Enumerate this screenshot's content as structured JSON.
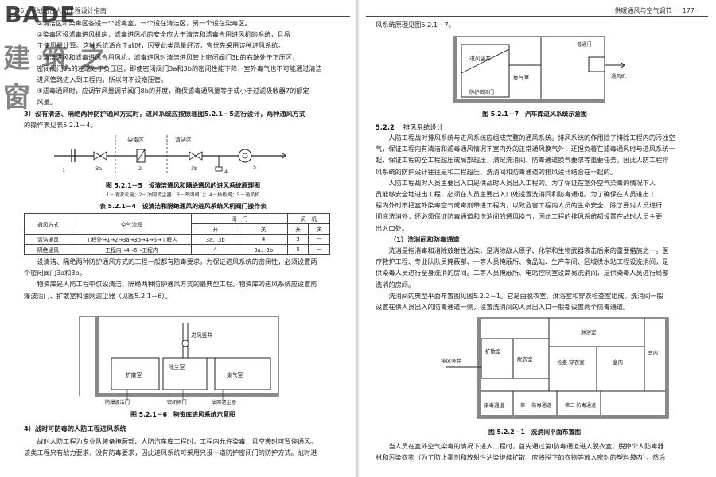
{
  "left_page": {
    "header_text": "76 · 平战结合人防工程设计指南",
    "watermark": {
      "logo": "BADE",
      "chinese": "建筑之窗"
    },
    "intro_lines": [
      "　　②清洁区和染毒区各设一个滤毒室，一个设在清洁区，另一个设在染毒区。",
      "　　②染毒区设滤毒进风机房，滤毒进风机的安全应大于清洁和滤毒合用进风机的系统，且易",
      "　　于使风量计算。这种系统适合于战时，因受此类风量经济，宜优先采用该种进风系统。",
      "　　③清洁进风和滤毒进风合用风机，滤毒进风时清洁进风管上密闭阀门3b的右端处于正压区，",
      "　　密闭阀门3a的左端处于负压区，即使密闭阀门3a和3b的密闭性能下降，室外毒气也不可能通过清洁",
      "　　进风管路进入到工程内，所以可不设增压管。",
      "　　④滤毒通风时，应调节风量调节阀门8b的开度，确保滤毒通风量等于或小于过滤吸收器7的额定",
      "　　风量。"
    ],
    "item3": "3）设有清洁、隔绝两种防护通风方式时，进风系统应按原理图5.2.1－5进行设计，两种通风方式",
    "item3_cont": "的操作表见表5.2.1－4。",
    "fig5": {
      "label_infected": "染毒区",
      "label_clean": "清洁区",
      "numbers": [
        "1",
        "3a",
        "2",
        "3b",
        "4",
        "5"
      ],
      "caption": "图 5.2.1－5　设清洁通风和隔绝通风的进风系统原理图",
      "legend": "1－消波设施；2－油网滤尘器；3－密闭阀门；4－插板阀；5－通风机"
    },
    "table": {
      "caption": "表 5.2.1－4　设清洁和隔绝通风的进风系统风机阀门操作表",
      "col_mode": "通风方式",
      "col_flow": "空气流程",
      "col_valve": "阀　门",
      "col_fan": "风　机",
      "col_open": "开",
      "col_close": "关",
      "rows": [
        {
          "mode": "清洁通风",
          "flow": "工程外→1→2→3a→3b→4→5→工程内",
          "open": "3a、3b",
          "close": "4",
          "fan_open": "5",
          "fan_close": "—"
        },
        {
          "mode": "隔绝通风",
          "flow": "工程内→4→5→工程内",
          "open": "4",
          "close": "3a、3b",
          "fan_open": "5",
          "fan_close": "—"
        }
      ]
    },
    "para_a": "　　设清洁、隔绝两种防护通风方式的工程一般都有防毒要求，为保证进风系统的密闭性，必须设置两",
    "para_a2": "个密闭阀门3a和3b。",
    "para_b": "　　物资库是人防工程中仅设清洁、隔绝两种防护通风方式的最典型工程。物资库的进风系统应设置防",
    "para_b2": "爆波活门、扩散室和油网滤尘器（见图5.2.1－6）。",
    "fig6": {
      "label_shaft": "进风竖井",
      "label_diffuser": "扩散室",
      "label_dust_room": "除尘室",
      "label_fan_room": "集气室",
      "label_blast_valve": "防爆波活门",
      "label_airtight_door": "密闭阀门",
      "label_filter": "油网滤尘器",
      "caption": "图 5.2.1－6　物资库进风系统示意图"
    },
    "item4": "4）战时可防毒的人防工程进风系统",
    "para_c": "　　战时人防工程为专业队装备掩蔽部、人防汽车库工程时，工程内允许染毒，且空袭时可暂停通风。",
    "para_c2": "该类工程只有战力要求，没有防毒要求，因此进风系统可采用只设一道防护密闭门的防护方式。战时进"
  },
  "right_page": {
    "header_text": "供暖通风与空气调节　· 177 ·",
    "intro": "风系统原理见图5.2.1－7。",
    "fig7": {
      "label_shaft": "进风竖井",
      "label_ordinary_door": "普通门",
      "label_fan_room": "集气室",
      "label_blast_door": "防护密闭门",
      "label_fan": "通风机",
      "caption": "图 5.2.1－7　汽车库进风系统示意图"
    },
    "section_no": "5.2.2",
    "section_title": "排风系统设计",
    "paras": [
      "　　人防工程战时排风系统与进风系统应组成完整的通风系统。排风系统的作用除了排除工程内的污浊空",
      "气，保证工程内有清洁和滤毒通风情况下室内外的正常通风换气外，还担负着在滤毒通风时与进风系统一",
      "起，保证工程的全工程超压或局部超压，满足洗消间、防毒通道换气要求等重要任务。因此人防工程排",
      "风系统的防护设计往往是和工程超压、洗消间和防毒通道的排风设计结合在一起的。",
      "　　人防工程战时人员主要出入口是供战时人员出入工程的。为了保证在室外空气染毒的情况下人",
      "员能够安全地进出工程，必须在人员主要出入口处设置洗消间和防毒通道。为了确保在人员进出工",
      "程内外时不把室外染毒空气或毒剂带进工程内，以致危害工程内人员的生命安全，除了要对人员进行",
      "彻底洗消外，还必须保证防毒通道和洗消间的通风换气，因此工程的排风系统都设置在战时人员主要",
      "出入口处。"
    ],
    "sub1": "（1）洗消间和防毒通道",
    "paras2": [
      "　　洗消是指消毒和消除放射性沾染，是消除敌人原子、化学和生物武器袭击后果的重要措施之一。医",
      "疗救护工程、专业队队员掩蔽部、一等人员掩蔽所、食品站、生产车间、区域供水站工程设洗消间，是",
      "供染毒人员进行全身洗消的房间。二等人员掩蔽所、电站控制室设简易洗消间，是供染毒人员进行局部",
      "洗消的房间。",
      "　　洗消间的典型平面布置图见图5.2.2－1。它是由脱衣室、淋浴室和穿衣检查室组成。洗消间一般",
      "设置在供人员出入的防毒通道一侧，设置洗消间的人员出入口一般都设置两个防毒通道。"
    ],
    "fig8": {
      "label_shaft": "排风竖井",
      "label_diffuser": "扩散室",
      "label_undress": "脱衣室",
      "label_shower": "淋浴室",
      "label_check": "检查\n穿衣室",
      "label_indoor": "室内",
      "label_indoor2": "室内",
      "label_contaminated": "染毒通道",
      "label_p1": "第一\n防毒通道",
      "label_p2": "第二\n防毒通道",
      "caption": "图 5.2.2－1　洗消间平面布置图"
    },
    "tail": [
      "　　当人员在室外空气染毒的情况下进入工程时，首先通过第Ⅰ防毒通道进入脱衣室，脱掉个人防毒器",
      "材和污染衣物（为了防止霍剂和放射性沾染继续扩散，应将脱下的衣物等放入密封的塑料袋内），然后"
    ]
  }
}
